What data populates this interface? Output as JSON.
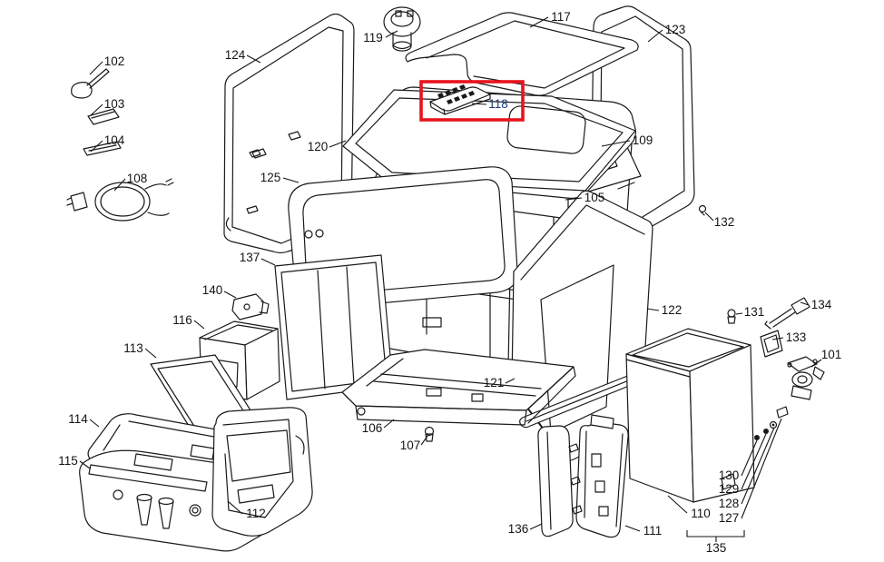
{
  "diagram": {
    "type": "exploded-parts-diagram",
    "subject": "Coffee machine exploded parts view",
    "background": "#ffffff",
    "line_color": "#1a1a1a",
    "highlight": {
      "part": "118",
      "box_color": "#e8131d",
      "label_color": "#1d3a78"
    }
  },
  "parts": {
    "101": {
      "label": "101"
    },
    "102": {
      "label": "102"
    },
    "103": {
      "label": "103"
    },
    "104": {
      "label": "104"
    },
    "105": {
      "label": "105"
    },
    "106": {
      "label": "106"
    },
    "107": {
      "label": "107"
    },
    "108": {
      "label": "108"
    },
    "109": {
      "label": "109"
    },
    "110": {
      "label": "110"
    },
    "111": {
      "label": "111"
    },
    "112": {
      "label": "112"
    },
    "113": {
      "label": "113"
    },
    "114": {
      "label": "114"
    },
    "115": {
      "label": "115"
    },
    "116": {
      "label": "116"
    },
    "117": {
      "label": "117"
    },
    "118": {
      "label": "118"
    },
    "119": {
      "label": "119"
    },
    "120": {
      "label": "120"
    },
    "121": {
      "label": "121"
    },
    "122": {
      "label": "122"
    },
    "123": {
      "label": "123"
    },
    "124": {
      "label": "124"
    },
    "125": {
      "label": "125"
    },
    "127": {
      "label": "127"
    },
    "128": {
      "label": "128"
    },
    "129": {
      "label": "129"
    },
    "130": {
      "label": "130"
    },
    "131": {
      "label": "131"
    },
    "132": {
      "label": "132"
    },
    "133": {
      "label": "133"
    },
    "134": {
      "label": "134"
    },
    "135": {
      "label": "135"
    },
    "136": {
      "label": "136"
    },
    "137": {
      "label": "137"
    },
    "140": {
      "label": "140"
    }
  }
}
